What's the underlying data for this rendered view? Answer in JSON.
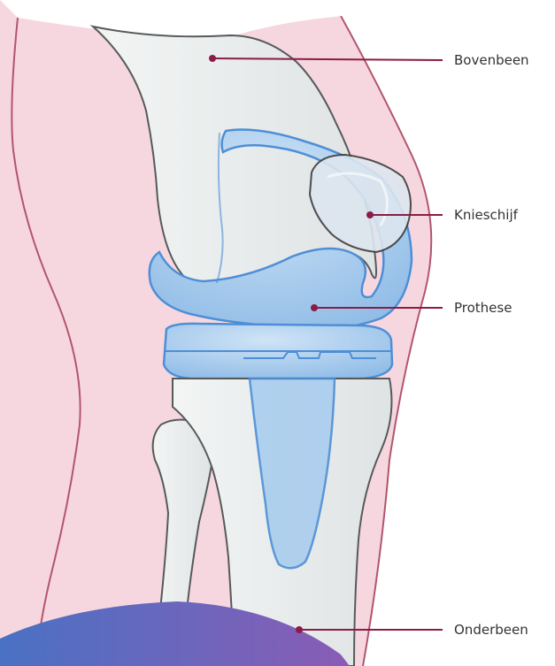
{
  "labels": {
    "femur": "Bovenbeen",
    "patella": "Knieschijf",
    "prosthesis": "Prothese",
    "tibia": "Onderbeen"
  },
  "colors": {
    "skin": "#f7d7df",
    "skin_outline": "#b1566f",
    "bone": "#e9ecec",
    "bone_outline": "#565a5a",
    "implant": "#a9cdee",
    "implant_outline": "#4d8fd6",
    "leader": "#8a1c47",
    "label_text": "#333333",
    "corner_gradient": [
      "#4a71c4",
      "#8a5cb5"
    ]
  }
}
